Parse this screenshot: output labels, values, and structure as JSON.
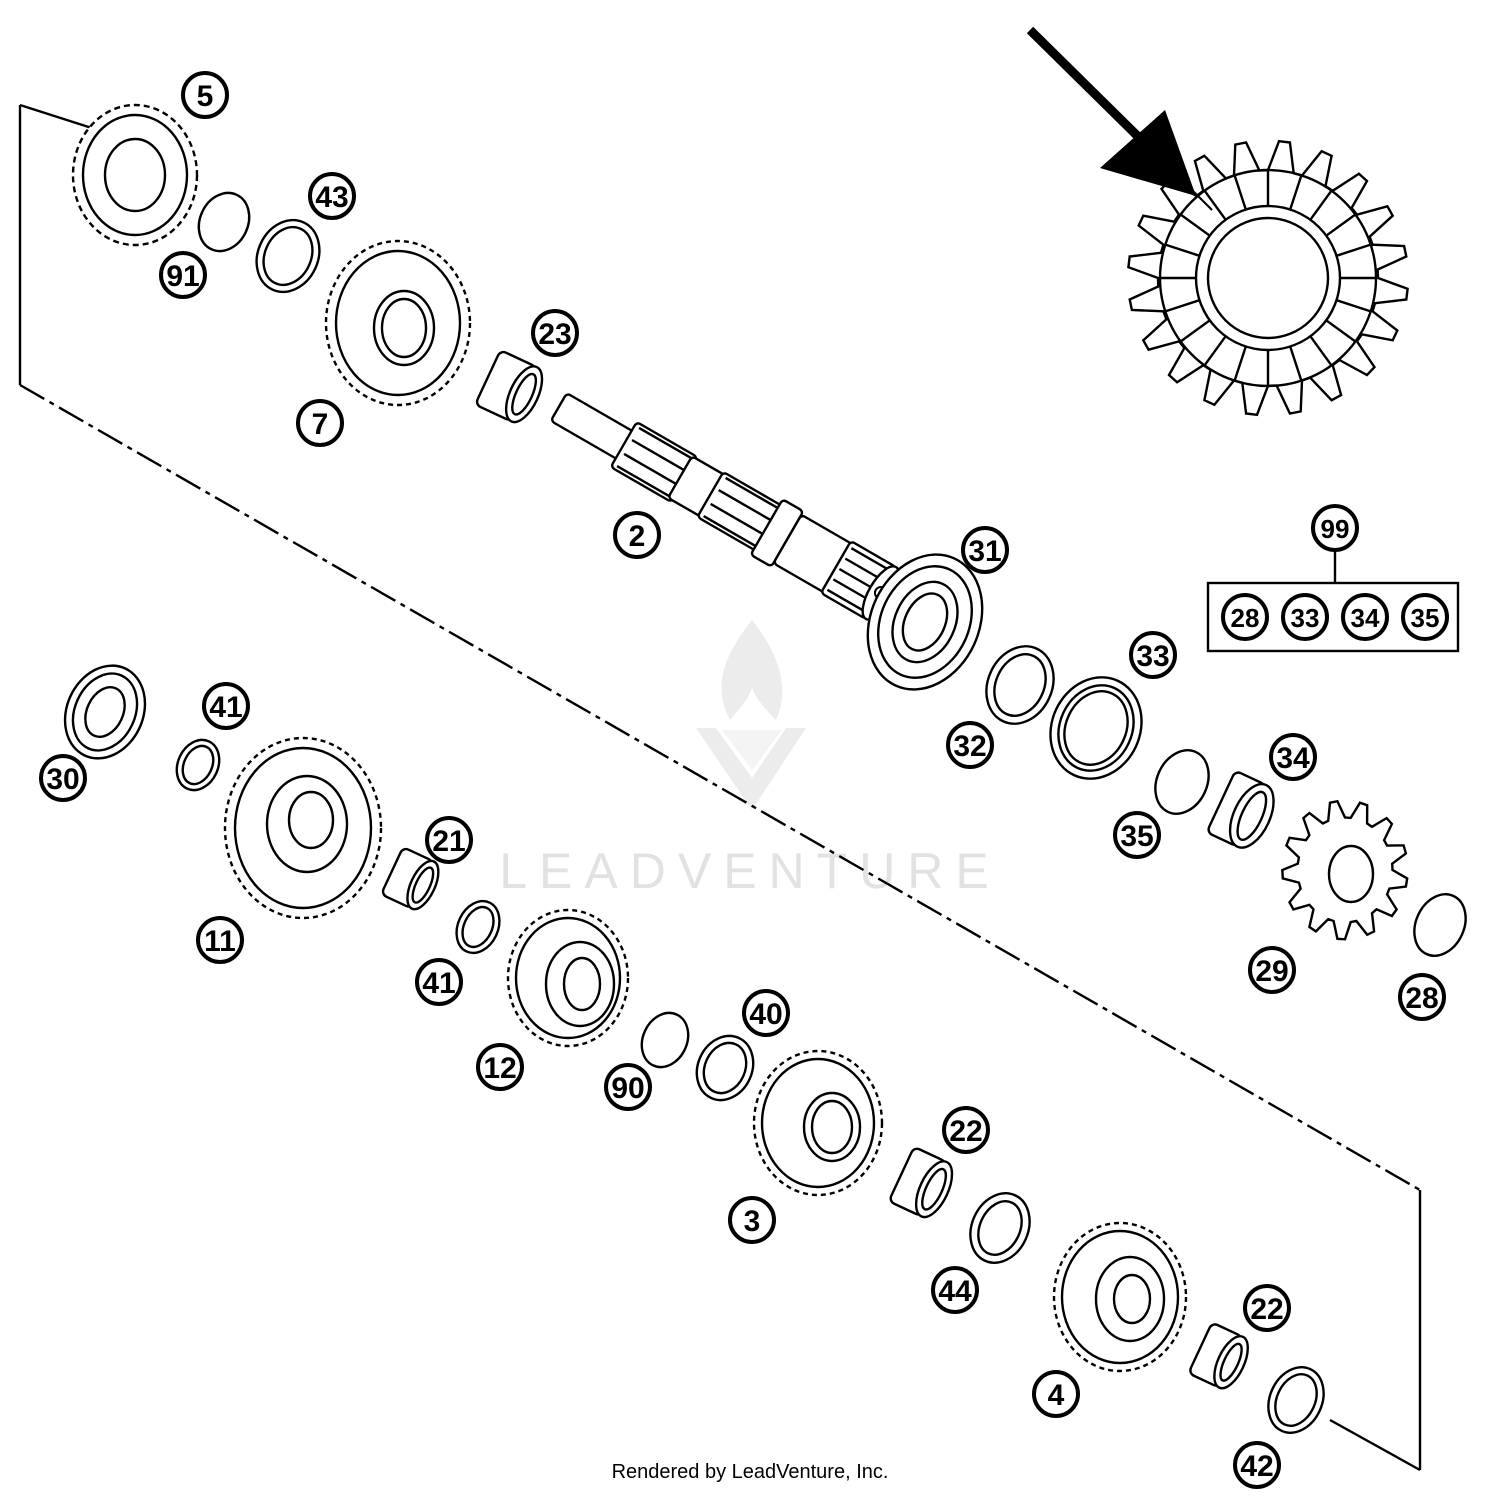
{
  "callouts": [
    {
      "id": "5",
      "label": "5"
    },
    {
      "id": "43",
      "label": "43"
    },
    {
      "id": "91",
      "label": "91"
    },
    {
      "id": "7",
      "label": "7"
    },
    {
      "id": "23",
      "label": "23"
    },
    {
      "id": "2",
      "label": "2"
    },
    {
      "id": "31",
      "label": "31"
    },
    {
      "id": "33",
      "label": "33"
    },
    {
      "id": "32",
      "label": "32"
    },
    {
      "id": "34",
      "label": "34"
    },
    {
      "id": "35",
      "label": "35"
    },
    {
      "id": "29",
      "label": "29"
    },
    {
      "id": "28",
      "label": "28"
    },
    {
      "id": "30",
      "label": "30"
    },
    {
      "id": "41a",
      "label": "41"
    },
    {
      "id": "11",
      "label": "11"
    },
    {
      "id": "21",
      "label": "21"
    },
    {
      "id": "41b",
      "label": "41"
    },
    {
      "id": "12",
      "label": "12"
    },
    {
      "id": "90",
      "label": "90"
    },
    {
      "id": "40",
      "label": "40"
    },
    {
      "id": "3",
      "label": "3"
    },
    {
      "id": "22a",
      "label": "22"
    },
    {
      "id": "44",
      "label": "44"
    },
    {
      "id": "4",
      "label": "4"
    },
    {
      "id": "22b",
      "label": "22"
    },
    {
      "id": "42",
      "label": "42"
    }
  ],
  "kit": {
    "label": "99",
    "items": [
      "28",
      "33",
      "34",
      "35"
    ]
  },
  "watermark": "LEADVENTURE",
  "footer": "Rendered by LeadVenture, Inc."
}
